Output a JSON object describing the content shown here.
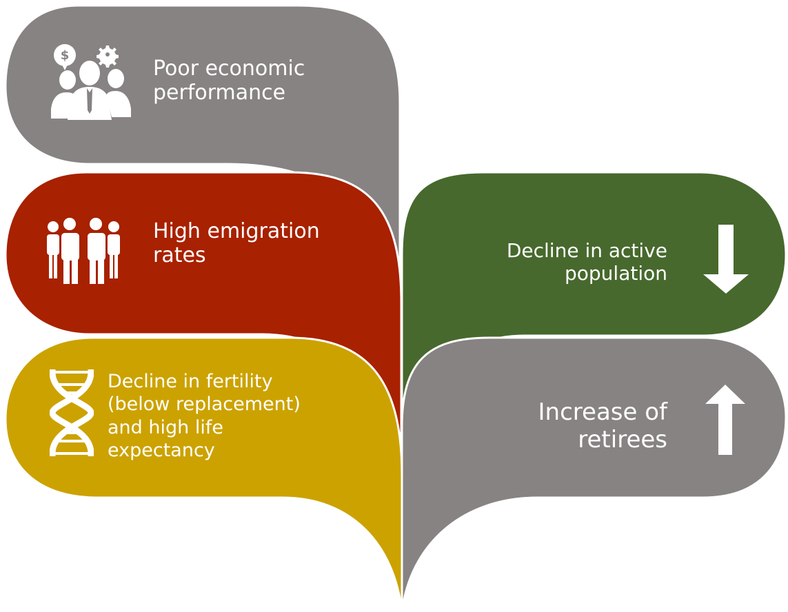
{
  "colors": {
    "gray": "#878382",
    "red": "#a82100",
    "green": "#47692d",
    "gold": "#cca200",
    "text": "#ffffff"
  },
  "leaves": [
    {
      "lines": [
        "Poor economic",
        "performance"
      ],
      "icon": "business-people-icon",
      "color": "gray"
    },
    {
      "lines": [
        "High emigration",
        "rates"
      ],
      "icon": "group-of-people-icon",
      "color": "red"
    },
    {
      "lines": [
        "Decline in fertility",
        "(below replacement)",
        "and high life",
        "expectancy"
      ],
      "icon": "dna-icon",
      "color": "gold"
    },
    {
      "lines": [
        "Decline in active",
        "population"
      ],
      "icon": "arrow-down-icon",
      "color": "green"
    },
    {
      "lines": [
        "Increase of",
        "retirees"
      ],
      "icon": "arrow-up-icon",
      "color": "gray"
    }
  ]
}
